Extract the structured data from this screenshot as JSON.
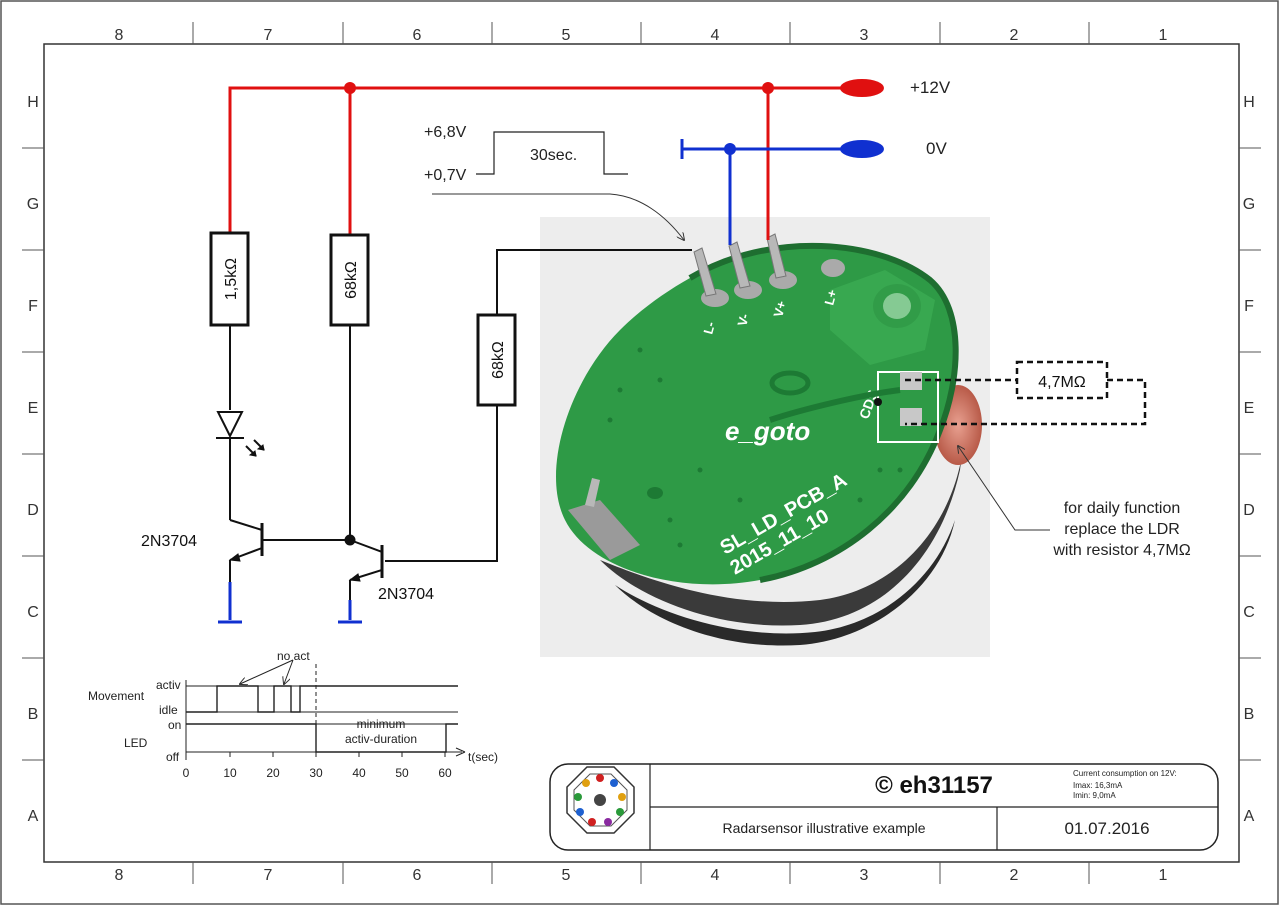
{
  "frame": {
    "columns": [
      "8",
      "7",
      "6",
      "5",
      "4",
      "3",
      "2",
      "1"
    ],
    "rows": [
      "H",
      "G",
      "F",
      "E",
      "D",
      "C",
      "B",
      "A"
    ]
  },
  "supply": {
    "plus_label": "+12V",
    "zero_label": "0V"
  },
  "pulse": {
    "high_label": "+6,8V",
    "low_label": "+0,7V",
    "duration_label": "30sec."
  },
  "components": {
    "r1": "1,5kΩ",
    "r2": "68kΩ",
    "r3": "68kΩ",
    "q1": "2N3704",
    "q2": "2N3704",
    "r_ldr": "4,7MΩ"
  },
  "pcb": {
    "pin_labels": [
      "L-",
      "V-",
      "V+",
      "L+"
    ],
    "pad_label": "CDS",
    "watermark": "e_goto",
    "silk_line1": "SL_LD_PCB_A",
    "silk_line2": "2015_11_10"
  },
  "note": {
    "line1": "for daily function",
    "line2": "replace the LDR",
    "line3": "with resistor 4,7MΩ"
  },
  "timing": {
    "movement_label": "Movement",
    "activ_label": "activ",
    "idle_label": "idle",
    "led_label": "LED",
    "on_label": "on",
    "off_label": "off",
    "no_act_label": "no act",
    "minimum_label": "minimum",
    "duration_label": "activ-duration",
    "axis_label": "t(sec)",
    "ticks": [
      "0",
      "10",
      "20",
      "30",
      "40",
      "50",
      "60"
    ]
  },
  "title_block": {
    "author": "© eh31157",
    "consumption_title": "Current consumption on 12V:",
    "imax": "Imax: 16,3mA",
    "imin": "Imin:   9,0mA",
    "description": "Radarsensor illustrative example",
    "date": "01.07.2016"
  },
  "colors": {
    "positive": "#e01010",
    "negative": "#1030d0",
    "pcb_green": "#2e9a46",
    "frame": "#333333"
  }
}
